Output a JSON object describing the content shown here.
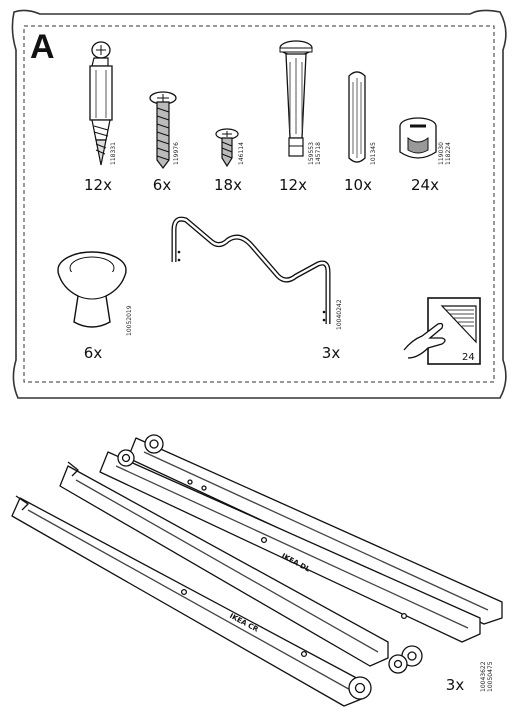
{
  "bag_letter": "A",
  "parts": [
    {
      "name": "dowel-screw",
      "code": "118331",
      "qty": "12x"
    },
    {
      "name": "screw",
      "code": "119976",
      "qty": "6x"
    },
    {
      "name": "short-screw",
      "code": "146114",
      "qty": "18x"
    },
    {
      "name": "plastic-dowel",
      "code": "159553",
      "code2": "145718",
      "qty": "12x"
    },
    {
      "name": "wood-dowel",
      "code": "101345",
      "qty": "10x"
    },
    {
      "name": "cam-lock",
      "code": "119030",
      "code2": "118224",
      "qty": "24x"
    },
    {
      "name": "knob",
      "code": "10052019",
      "qty": "6x"
    },
    {
      "name": "wire-bracket",
      "code": "10040242",
      "qty": "3x"
    }
  ],
  "page_reference": "24",
  "rails": {
    "code": "10043622",
    "code2": "10050475",
    "qty": "3x",
    "rail_label": "IKEA CR",
    "rail_label2": "IKEA DL"
  }
}
